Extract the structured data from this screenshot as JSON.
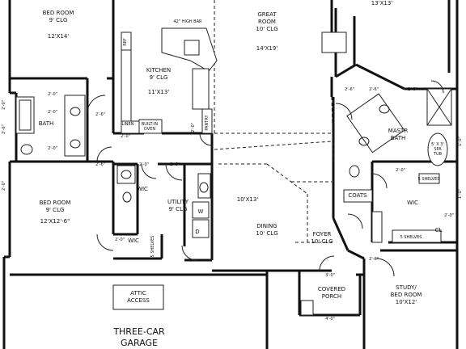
{
  "rooms": {
    "bedroom_top": {
      "name": "BED ROOM",
      "ceiling": "9' CLG",
      "size": "12'X14'"
    },
    "kitchen": {
      "name": "KITCHEN",
      "ceiling": "9' CLG",
      "size": "11'X13'"
    },
    "high_bar": "42\" HIGH BAR",
    "great_room": {
      "name": "GREAT",
      "name2": "ROOM",
      "ceiling": "10' CLG",
      "size": "14'X19'"
    },
    "top_right_size": "13'X13'",
    "bath": "BATH",
    "linen": "LINEN",
    "built_in_oven": {
      "line1": "BUILT-IN",
      "line2": "OVEN"
    },
    "pantry": "PANTRY",
    "ref": "REF",
    "bedroom_left": {
      "name": "BED ROOM",
      "ceiling": "9' CLG",
      "size": "12'X12'-6\""
    },
    "wic_small": "WIC",
    "wic_lower": "WIC",
    "shelves_left": "5 SHELVES",
    "utility": {
      "name": "UTILITY",
      "ceiling": "9' CLG"
    },
    "dining": {
      "size": "10'X13'",
      "name": "DINING",
      "ceiling": "10' CLG"
    },
    "foyer": {
      "name": "FOYER",
      "ceiling": "10' CLG"
    },
    "master_bath": {
      "name": "MASTR",
      "name2": "BATH"
    },
    "coats": "COATS",
    "wic_master": "WIC",
    "shelves_master_top": "5 SHELVES",
    "shelves_master_bottom": "5 SHELVES",
    "cl": "CL",
    "spa_tub": {
      "line1": "5' X 3'",
      "line2": "SPA",
      "line3": "TUB"
    },
    "covered_porch": {
      "line1": "COVERED",
      "line2": "PORCH"
    },
    "study": {
      "name": "STUDY/",
      "name2": "BED ROOM",
      "size": "10'X12'"
    },
    "attic": {
      "line1": "ATTIC",
      "line2": "ACCESS"
    },
    "garage": {
      "line1": "THREE-CAR",
      "line2": "GARAGE"
    },
    "dryer": "D",
    "washer": "W"
  },
  "dimensions": {
    "d_2_0_bath_top": "2'-0\"",
    "d_2_0_bath_mid": "2'-0\"",
    "d_2_6_bath_door": "2'-6\"",
    "d_2_0_bath_low": "2'-0\"",
    "d_2_6_hall": "2'-6\"",
    "d_2_0_hall2": "2'-0\"",
    "d_2_6_utility": "2'-6\"",
    "d_2_0_wic": "2'-0\"",
    "d_2_0_linen": "2'-0\"",
    "d_2_0_pantry": "2'-0\"",
    "d_2_6_master": "2'-6\"",
    "d_2_6_master2": "2'-6\"",
    "d_2_0_master_top": "2'-0\"",
    "d_2_0_master_wic": "2'-0\"",
    "d_2_0_master_cl": "2'-0\"",
    "d_2_6_study": "2'-6\"",
    "d_3_0_foyer": "3'-0\"",
    "d_4_0_porch": "4'-0\"",
    "left_top": "2'-0\"",
    "left_mid": "2'-6\"",
    "left_bot": "2'-0\"",
    "right_top": "1'-0\"",
    "right_mid": "1'-0\""
  }
}
